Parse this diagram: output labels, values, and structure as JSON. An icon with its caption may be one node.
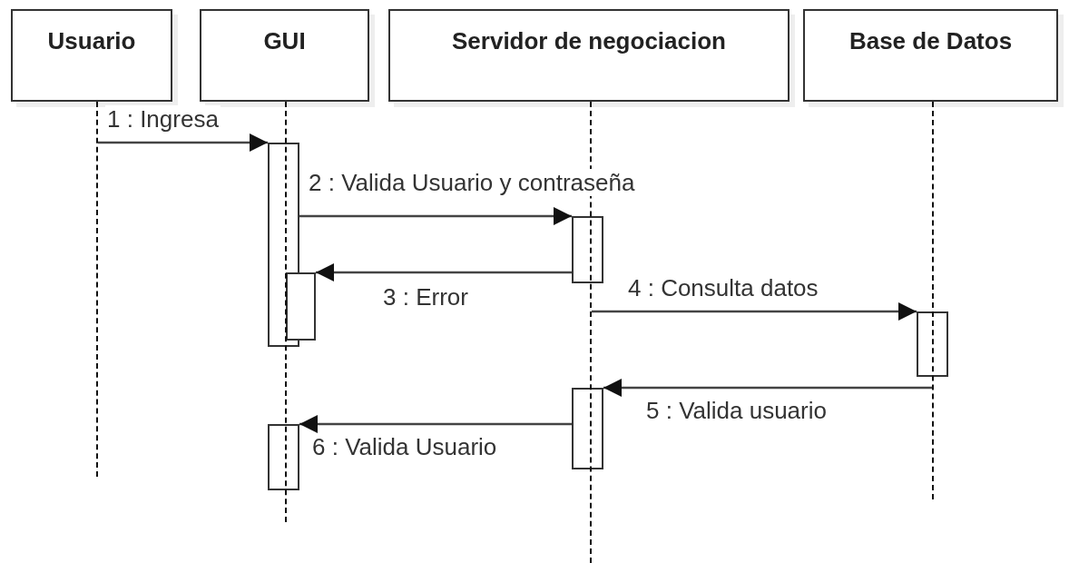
{
  "diagram": {
    "nodes": [
      {
        "text": [
          "Usuario"
        ]
      },
      {
        "text": [
          "GUI"
        ]
      },
      {
        "text": [
          "Servidor de negociacion"
        ]
      },
      {
        "text": [
          "Base de Datos"
        ]
      },
      {
        "text": [],
        "shape": "bar"
      },
      {
        "text": [],
        "shape": "bar"
      },
      {
        "text": [],
        "shape": "bar"
      },
      {
        "text": [],
        "shape": "bar"
      },
      {
        "text": [],
        "shape": "bar"
      },
      {
        "text": [],
        "shape": "bar"
      },
      {
        "text": [],
        "shape": "line"
      },
      {
        "text": [],
        "shape": "line"
      },
      {
        "text": [],
        "shape": "line"
      },
      {
        "text": [],
        "shape": "line"
      }
    ],
    "edges": [
      {
        "from": 10,
        "to": 4,
        "arrow": "to",
        "label": "1 : Ingresa"
      },
      {
        "from": 4,
        "to": 5,
        "arrow": "to",
        "label": "2 : Valida Usuario y contraseña"
      },
      {
        "from": 5,
        "to": 6,
        "arrow": "to",
        "label": "3 : Error"
      },
      {
        "from": 12,
        "to": 7,
        "arrow": "to",
        "label": "4 : Consulta datos"
      },
      {
        "from": 13,
        "to": 8,
        "arrow": "to",
        "label": "5 : Valida usuario"
      },
      {
        "from": 8,
        "to": 9,
        "arrow": "to",
        "label": "6 : Valida Usuario"
      }
    ]
  }
}
